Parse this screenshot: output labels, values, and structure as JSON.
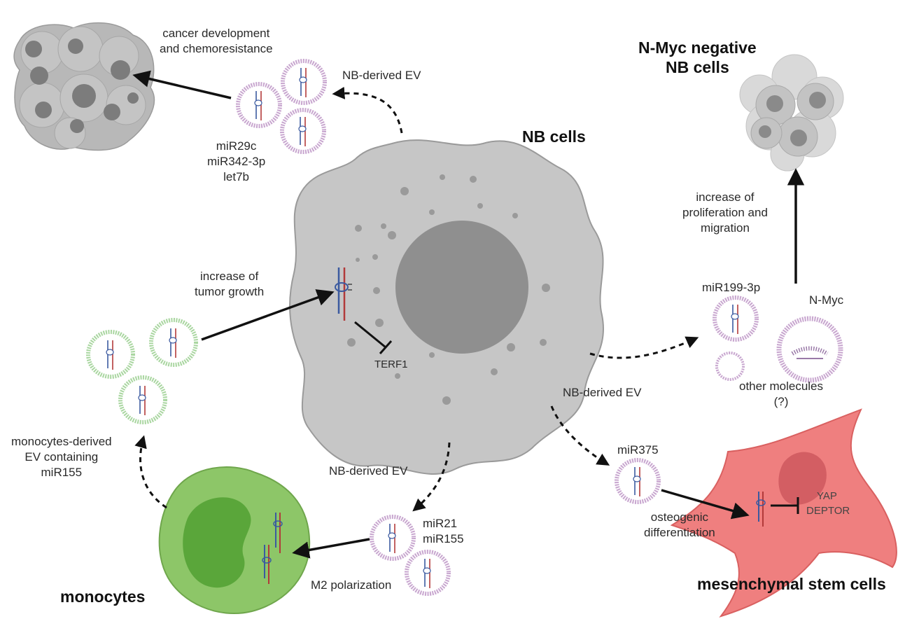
{
  "labels": {
    "nb_cells": "NB cells",
    "nmyc_negative_line1": "N-Myc negative",
    "nmyc_negative_line2": "NB cells",
    "monocytes": "monocytes",
    "msc": "mesenchymal stem cells",
    "cancer_dev_line1": "cancer development",
    "cancer_dev_line2": "and chemoresistance",
    "nb_ev_top": "NB-derived EV",
    "nb_ev_right": "NB-derived EV",
    "nb_ev_bottom": "NB-derived EV",
    "mir_top_1": "miR29c",
    "mir_top_2": "miR342-3p",
    "mir_top_3": "let7b",
    "tumor_growth_line1": "increase of",
    "tumor_growth_line2": "tumor growth",
    "terf1": "TERF1",
    "prolif_line1": "increase of",
    "prolif_line2": "proliferation and",
    "prolif_line3": "migration",
    "mir199": "miR199-3p",
    "nmyc": "N-Myc",
    "other_mol_line1": "other molecules",
    "other_mol_line2": "(?)",
    "mono_ev_line1": "monocytes-derived",
    "mono_ev_line2": "EV containing",
    "mono_ev_line3": "miR155",
    "mir375": "miR375",
    "yap": "YAP",
    "deptor": "DEPTOR",
    "osteo_line1": "osteogenic",
    "osteo_line2": "differentiation",
    "mir21": "miR21",
    "mir155": "miR155",
    "m2": "M2 polarization"
  },
  "colors": {
    "nb_cell": "#c9c9c9",
    "nb_nucleus": "#8e8e8e",
    "ev_purple": "#c8a6cf",
    "ev_green": "#a9d6a0",
    "monocyte": "#8cc466",
    "msc": "#ef7f7f"
  }
}
